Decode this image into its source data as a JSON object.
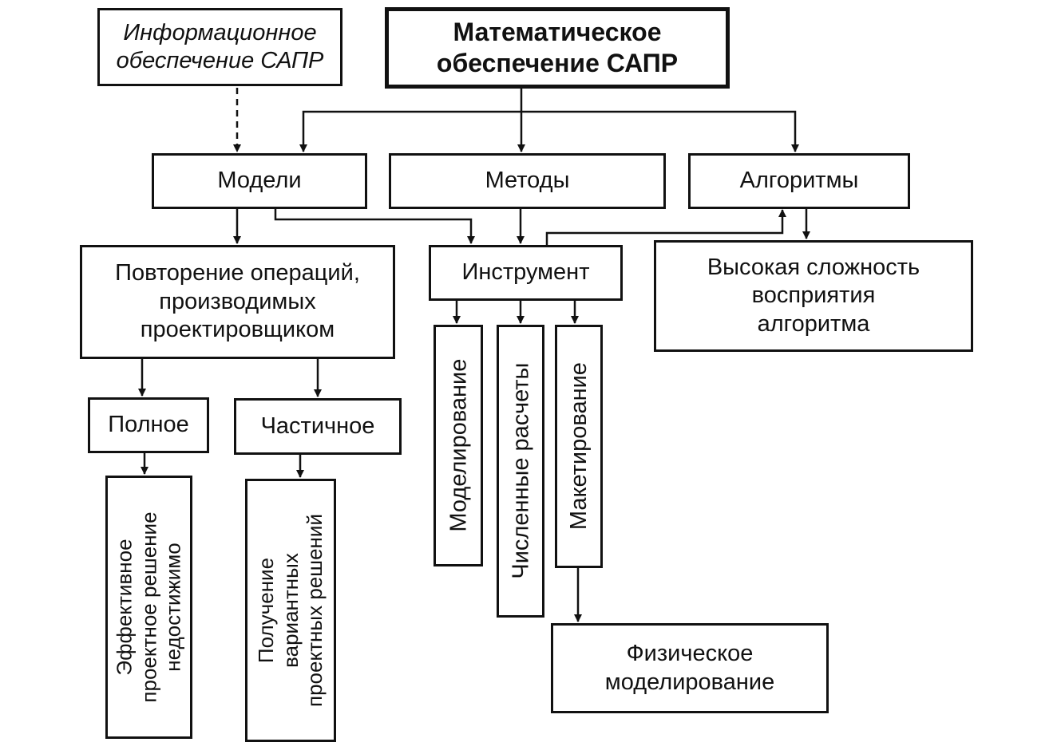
{
  "nodes": {
    "info": "Информационное\nобеспечение САПР",
    "math": "Математическое\nобеспечение САПР",
    "models": "Модели",
    "methods": "Методы",
    "algorithms": "Алгоритмы",
    "repetition": "Повторение операций,\nпроизводимых\nпроектировщиком",
    "instrument": "Инструмент",
    "complexity": "Высокая сложность\nвосприятия\nалгоритма",
    "full": "Полное",
    "partial": "Частичное",
    "effective": "Эффективное\nпроектное решение\nнедостижимо",
    "variants": "Получение\nвариантных\nпроектных решений",
    "modeling": "Моделирование",
    "numeric": "Численные расчеты",
    "mockup": "Макетирование",
    "physical": "Физическое\nмоделирование"
  },
  "edges": [
    {
      "from": "info",
      "to": "models",
      "style": "dashed"
    },
    {
      "from": "math",
      "to": "models",
      "style": "solid"
    },
    {
      "from": "math",
      "to": "methods",
      "style": "solid"
    },
    {
      "from": "math",
      "to": "algorithms",
      "style": "solid"
    },
    {
      "from": "models",
      "to": "repetition",
      "style": "solid"
    },
    {
      "from": "models",
      "to": "instrument",
      "style": "solid"
    },
    {
      "from": "methods",
      "to": "instrument",
      "style": "solid"
    },
    {
      "from": "instrument",
      "to": "algorithms",
      "style": "solid"
    },
    {
      "from": "algorithms",
      "to": "complexity",
      "style": "solid"
    },
    {
      "from": "repetition",
      "to": "full",
      "style": "solid"
    },
    {
      "from": "repetition",
      "to": "partial",
      "style": "solid"
    },
    {
      "from": "full",
      "to": "effective",
      "style": "solid"
    },
    {
      "from": "partial",
      "to": "variants",
      "style": "solid"
    },
    {
      "from": "instrument",
      "to": "modeling",
      "style": "solid"
    },
    {
      "from": "instrument",
      "to": "numeric",
      "style": "solid"
    },
    {
      "from": "instrument",
      "to": "mockup",
      "style": "solid"
    },
    {
      "from": "mockup",
      "to": "physical",
      "style": "solid"
    }
  ],
  "colors": {
    "ink": "#111111",
    "background": "#ffffff"
  }
}
